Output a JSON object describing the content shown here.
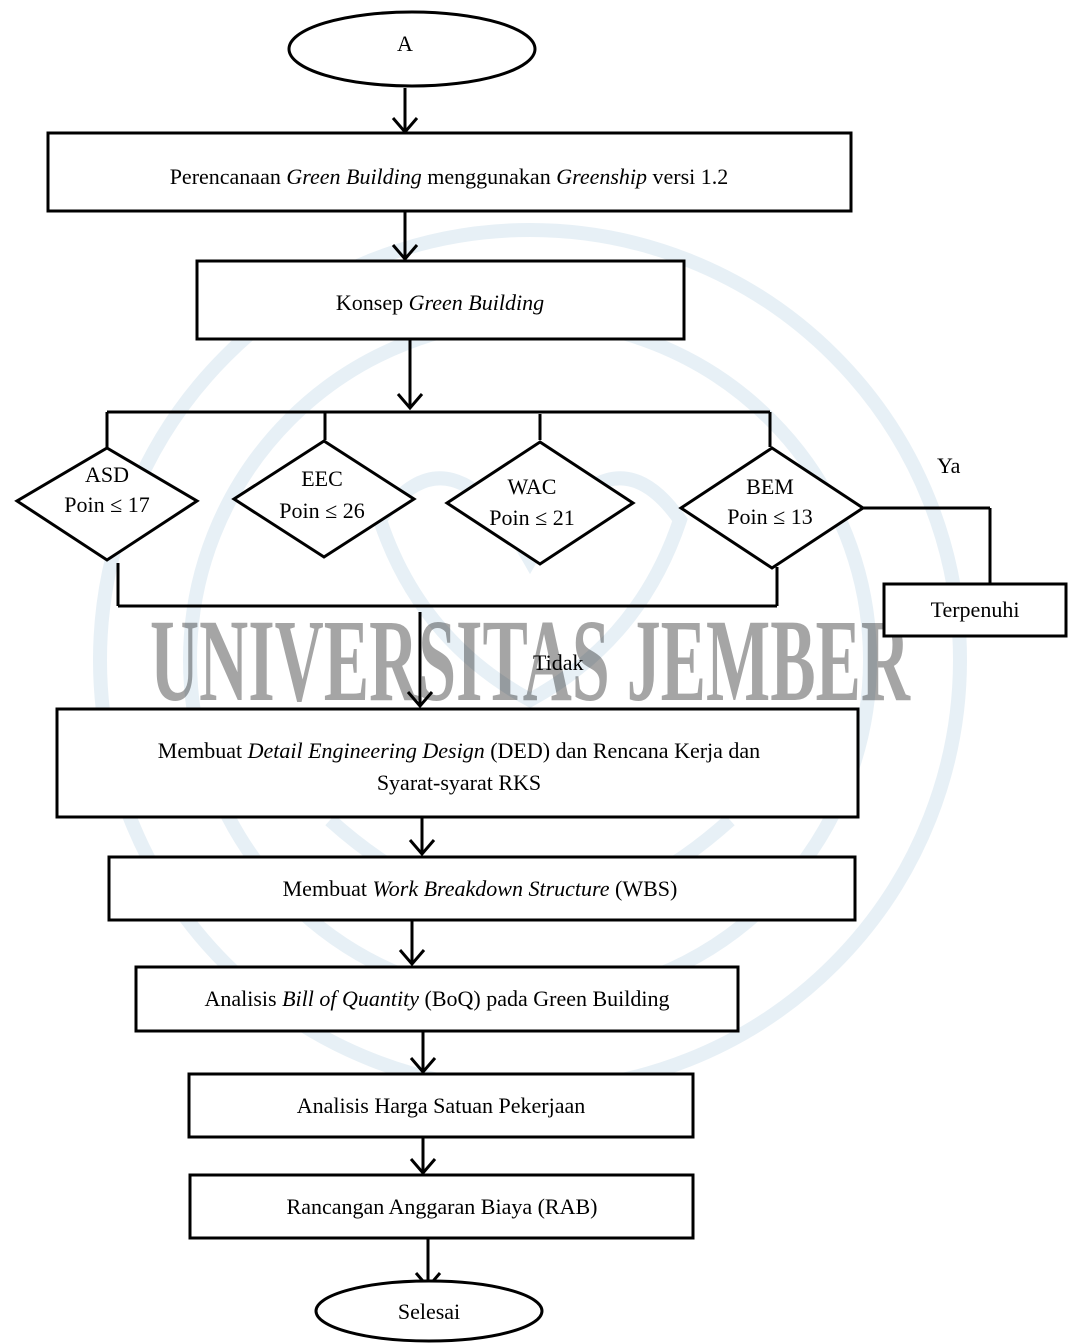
{
  "terminal_start": "A",
  "terminal_end": "Selesai",
  "steps": {
    "perencanaan": {
      "pre": "Perencanaan  ",
      "i1": "Green Building",
      "mid": "  menggunakan ",
      "i2": "Greenship",
      "post": " versi 1.2"
    },
    "konsep": {
      "pre": "Konsep ",
      "i1": "Green Building"
    },
    "ded": {
      "pre": "Membuat ",
      "i1": "Detail Engineering Design",
      "post": " (DED) dan Rencana Kerja dan",
      "line2": "Syarat-syarat RKS"
    },
    "wbs": {
      "pre": "Membuat ",
      "i1": "Work Breakdown Structure",
      "post": " (WBS)"
    },
    "boq": {
      "pre": "Analisis ",
      "i1": "Bill of Quantity",
      "post": " (BoQ) pada Green Building"
    },
    "harga": "Analisis Harga Satuan Pekerjaan",
    "rab": "Rancangan Anggaran Biaya (RAB)"
  },
  "decisions": [
    {
      "code": "ASD",
      "criteria": "Poin ≤ 17"
    },
    {
      "code": "EEC",
      "criteria": "Poin ≤ 26"
    },
    {
      "code": "WAC",
      "criteria": "Poin ≤ 21"
    },
    {
      "code": "BEM",
      "criteria": "Poin ≤ 13"
    }
  ],
  "yes_label": "Ya",
  "no_label": "Tidak",
  "fulfilled": "Terpenuhi",
  "watermark": "UNIVERSITAS JEMBER"
}
